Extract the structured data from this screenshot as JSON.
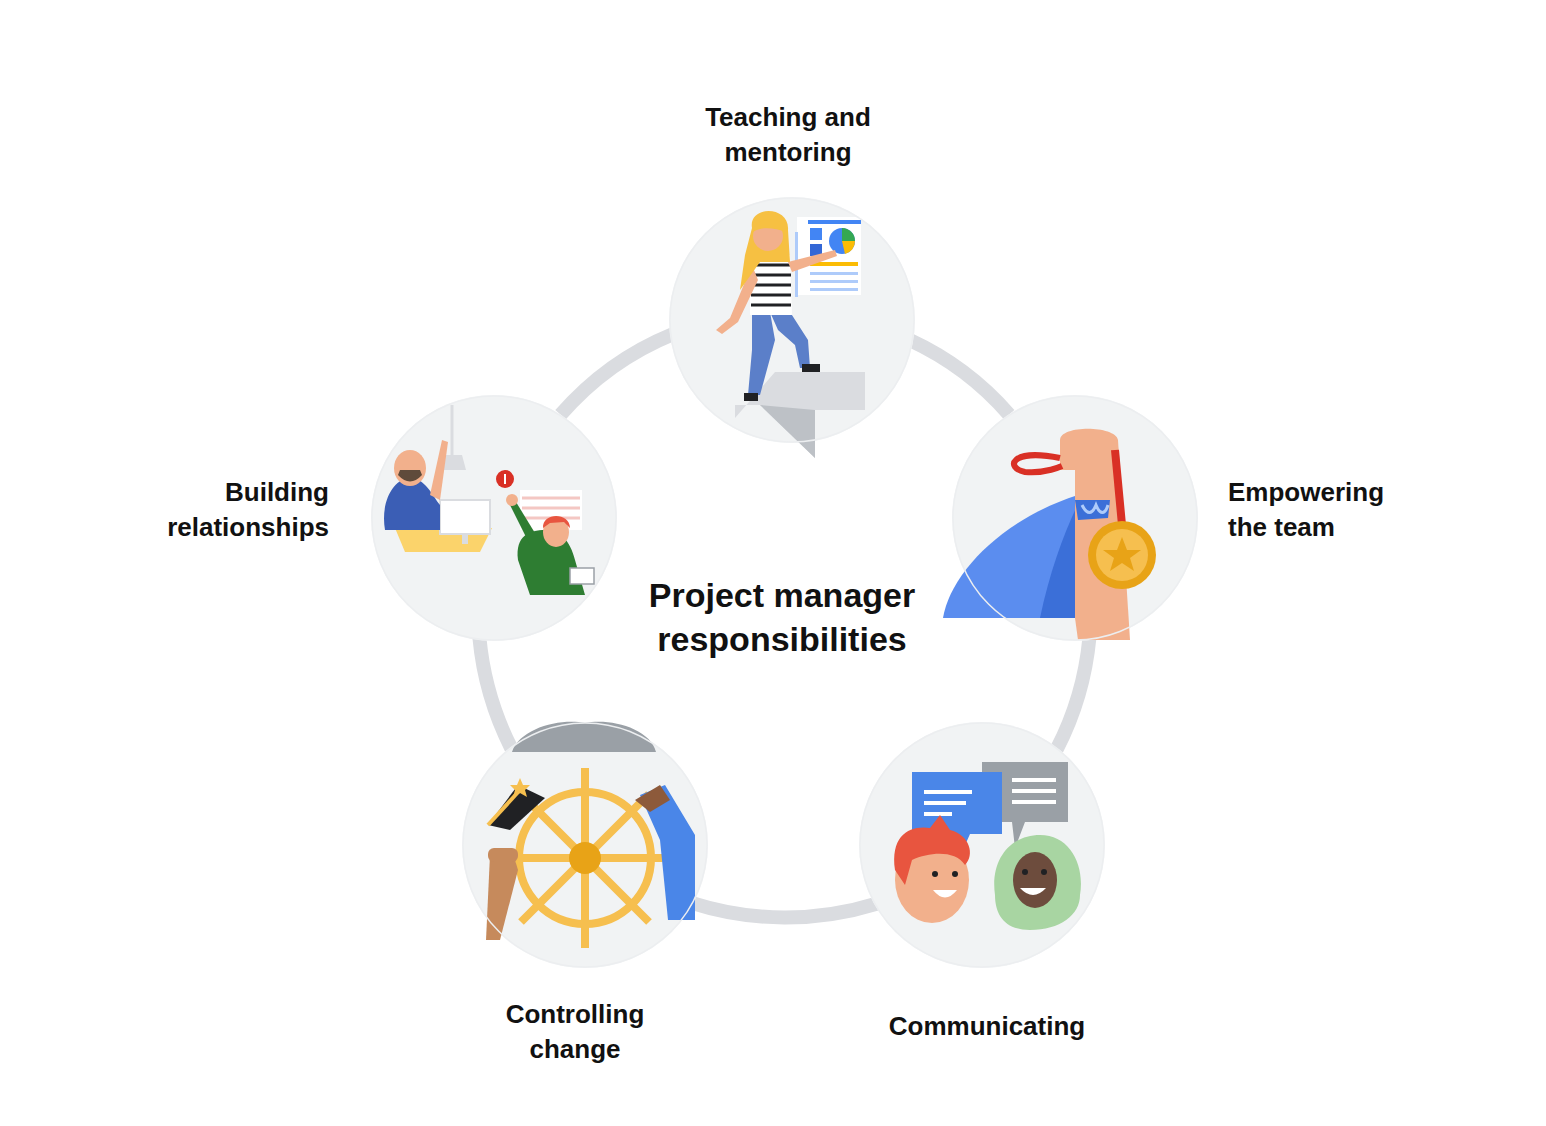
{
  "diagram": {
    "title": "Project manager responsibilities",
    "nodes": [
      {
        "text": [
          "Teaching and mentoring"
        ]
      },
      {
        "text": [
          "Empowering the team"
        ]
      },
      {
        "text": [
          "Communicating"
        ]
      },
      {
        "text": [
          "Controlling change"
        ]
      },
      {
        "text": [
          "Building relationships"
        ]
      }
    ],
    "edges": [
      {
        "from": 0,
        "to": 1,
        "arrow": "none"
      },
      {
        "from": 1,
        "to": 2,
        "arrow": "none"
      },
      {
        "from": 2,
        "to": 3,
        "arrow": "none"
      },
      {
        "from": 3,
        "to": 4,
        "arrow": "none"
      },
      {
        "from": 4,
        "to": 0,
        "arrow": "none"
      }
    ]
  }
}
